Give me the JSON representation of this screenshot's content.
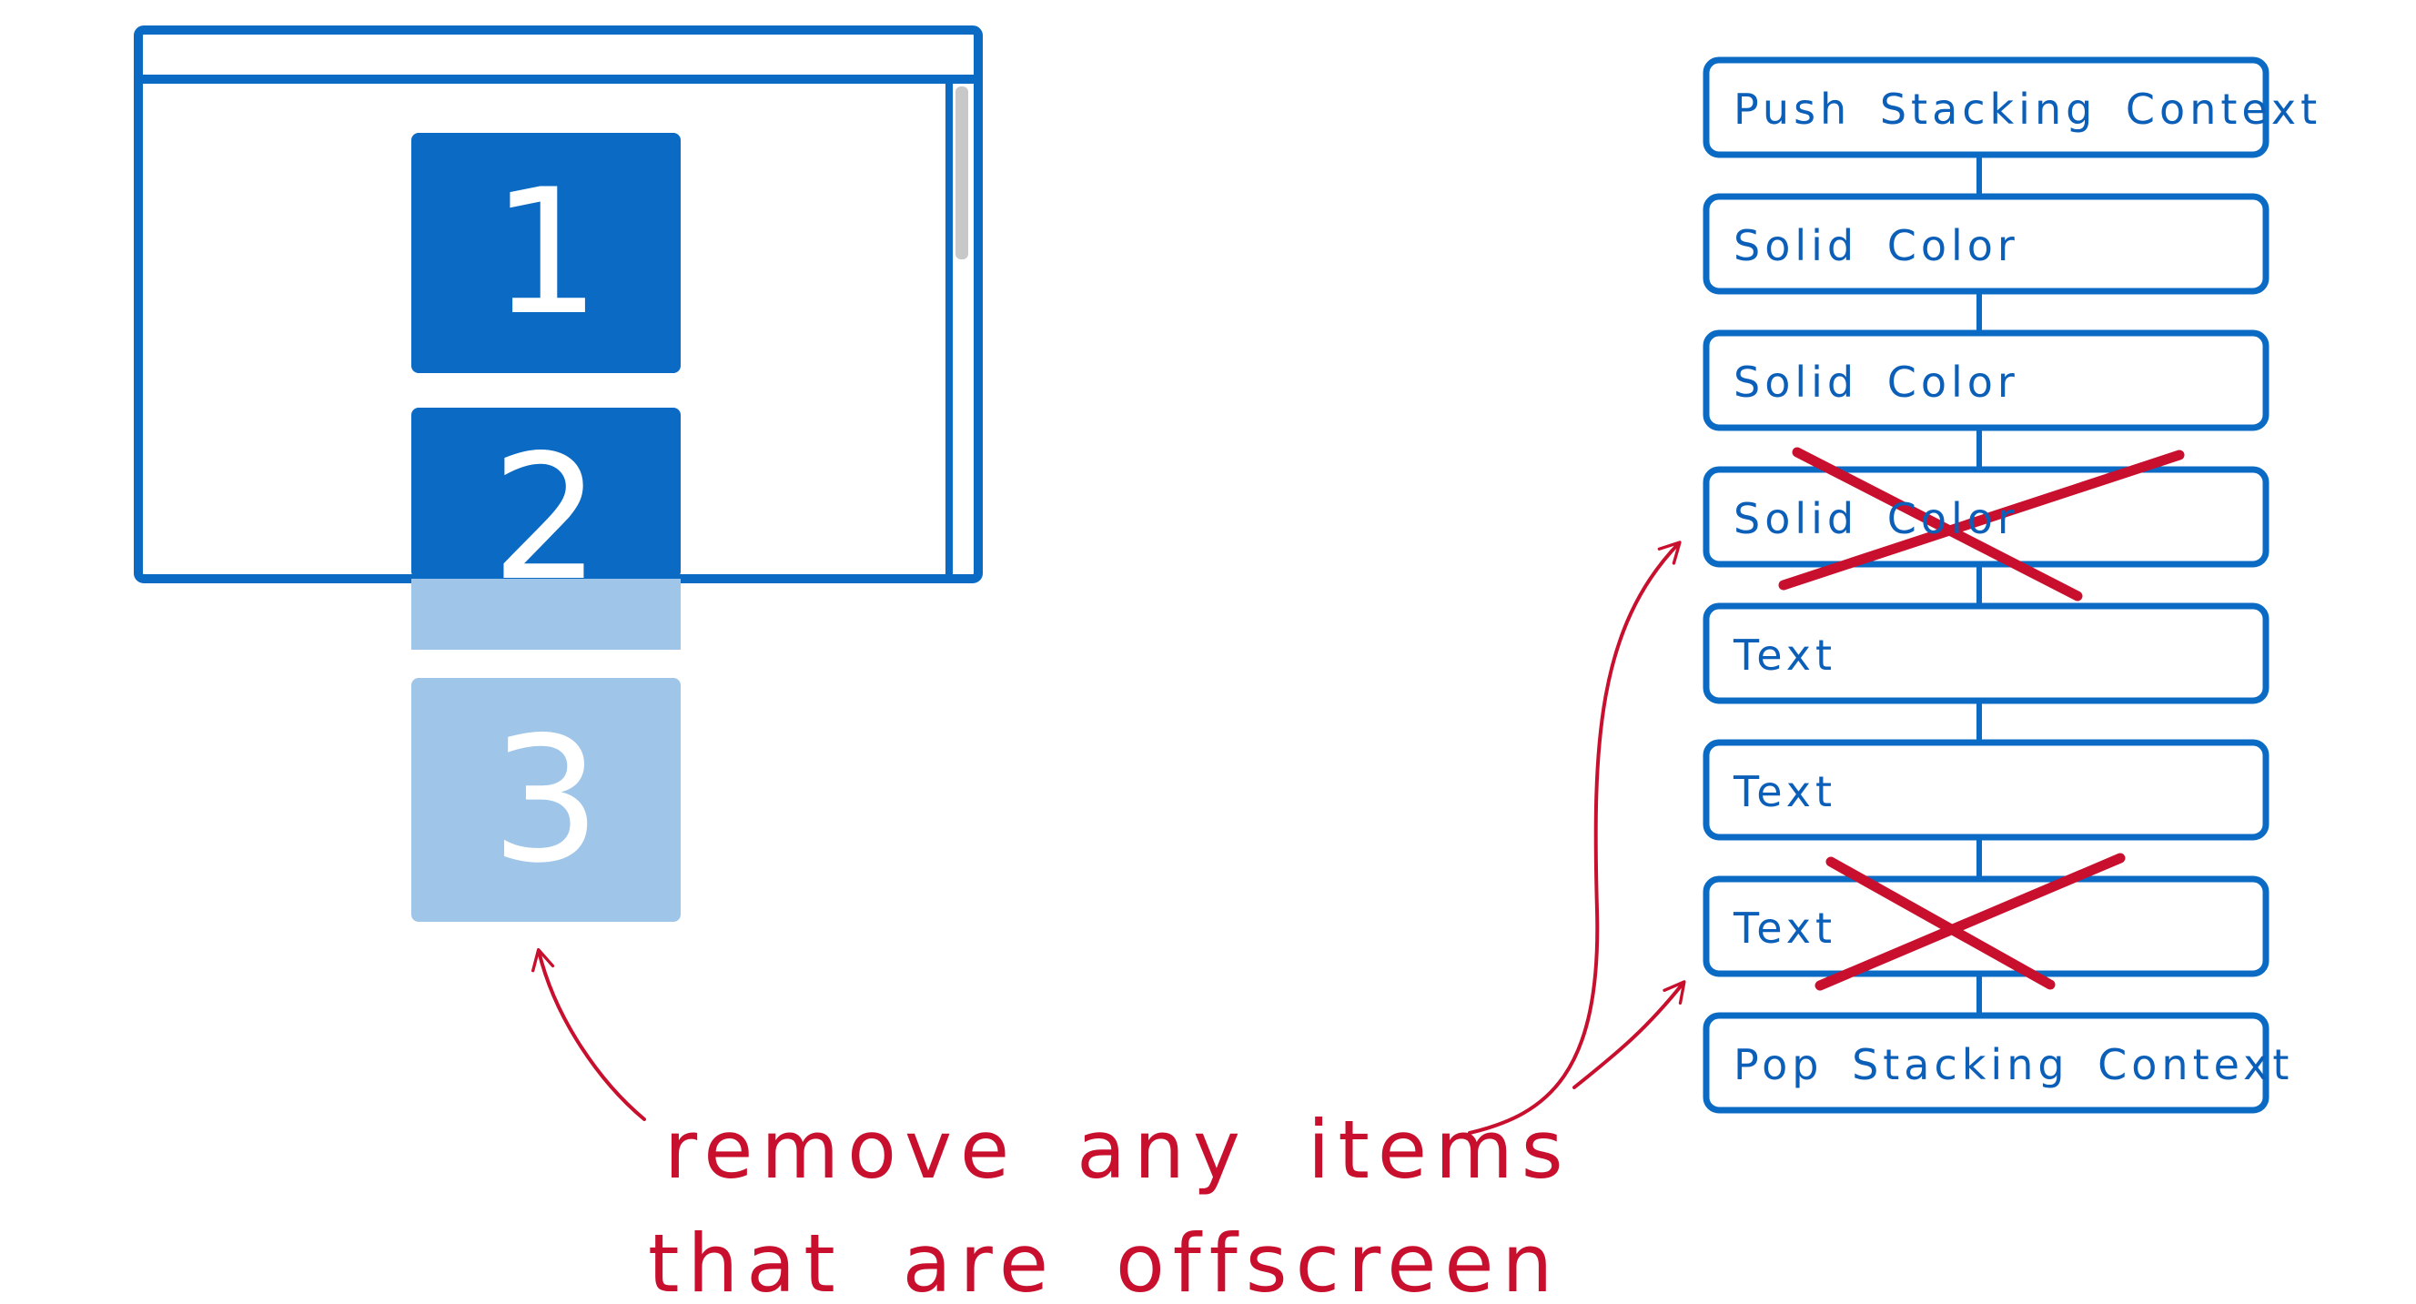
{
  "colors": {
    "blue": "#0b6bc4",
    "light_blue": "#9fc5e8",
    "red": "#c8102e",
    "scrollbar": "#c8c8c8"
  },
  "blocks": [
    {
      "number": "1",
      "state": "visible"
    },
    {
      "number": "2",
      "state": "partially visible"
    },
    {
      "number": "3",
      "state": "offscreen"
    }
  ],
  "display_list": [
    {
      "label": "Push Stacking Context",
      "removed": false
    },
    {
      "label": "Solid Color",
      "removed": false
    },
    {
      "label": "Solid Color",
      "removed": false
    },
    {
      "label": "Solid Color",
      "removed": true
    },
    {
      "label": "Text",
      "removed": false
    },
    {
      "label": "Text",
      "removed": false
    },
    {
      "label": "Text",
      "removed": true
    },
    {
      "label": "Pop Stacking Context",
      "removed": false
    }
  ],
  "caption": {
    "line1": "remove any items",
    "line2": "that are offscreen"
  }
}
